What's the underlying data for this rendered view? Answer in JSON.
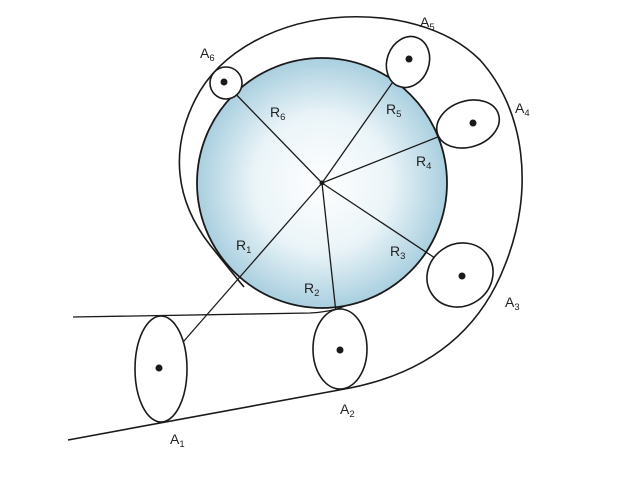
{
  "colors": {
    "ink": "#1a1a1a",
    "glow_center": "#ffffff",
    "glow_edge": "#a9cfdf",
    "background": "#ffffff"
  },
  "labels": {
    "A1": {
      "base": "A",
      "sub": "1"
    },
    "A2": {
      "base": "A",
      "sub": "2"
    },
    "A3": {
      "base": "A",
      "sub": "3"
    },
    "A4": {
      "base": "A",
      "sub": "4"
    },
    "A5": {
      "base": "A",
      "sub": "5"
    },
    "A6": {
      "base": "A",
      "sub": "6"
    },
    "R1": {
      "base": "R",
      "sub": "1"
    },
    "R2": {
      "base": "R",
      "sub": "2"
    },
    "R3": {
      "base": "R",
      "sub": "3"
    },
    "R4": {
      "base": "R",
      "sub": "4"
    },
    "R5": {
      "base": "R",
      "sub": "5"
    },
    "R6": {
      "base": "R",
      "sub": "6"
    }
  }
}
